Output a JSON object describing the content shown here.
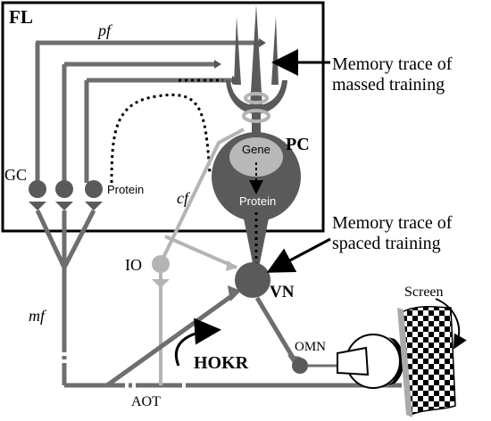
{
  "labels": {
    "fl": "FL",
    "pf": "pf",
    "pc": "PC",
    "gc": "GC",
    "protein_gc": "Protein",
    "gene": "Gene",
    "protein_pc": "Protein",
    "cf": "cf",
    "io": "IO",
    "vn": "VN",
    "mf": "mf",
    "hokr": "HOKR",
    "omn": "OMN",
    "aot": "AOT",
    "screen": "Screen"
  },
  "annotations": {
    "massed_line1": "Memory trace of",
    "massed_line2": "massed training",
    "spaced_line1": "Memory trace of",
    "spaced_line2": "spaced training"
  },
  "colors": {
    "dark_gray": "#555555",
    "mid_gray": "#8a8a8a",
    "light_gray": "#b4b4b4",
    "black": "#000000"
  }
}
